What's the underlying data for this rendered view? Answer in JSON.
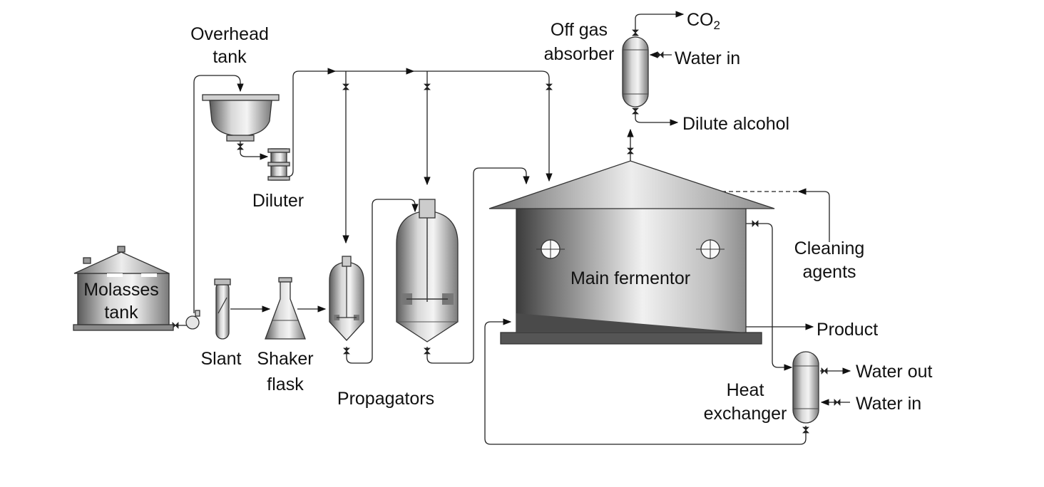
{
  "labels": {
    "overhead_tank": [
      "Overhead",
      "tank"
    ],
    "diluter": "Diluter",
    "molasses_tank": [
      "Molasses",
      "tank"
    ],
    "slant": "Slant",
    "shaker_flask": [
      "Shaker",
      "flask"
    ],
    "propagators": "Propagators",
    "off_gas_absorber": [
      "Off gas",
      "absorber"
    ],
    "co2_base": "CO",
    "co2_sub": "2",
    "water_in_top": "Water in",
    "dilute_alcohol": "Dilute alcohol",
    "main_fermentor": "Main fermentor",
    "cleaning_agents": [
      "Cleaning",
      "agents"
    ],
    "product": "Product",
    "heat_exchanger": [
      "Heat",
      "exchanger"
    ],
    "water_out": "Water out",
    "water_in_bottom": "Water in"
  }
}
